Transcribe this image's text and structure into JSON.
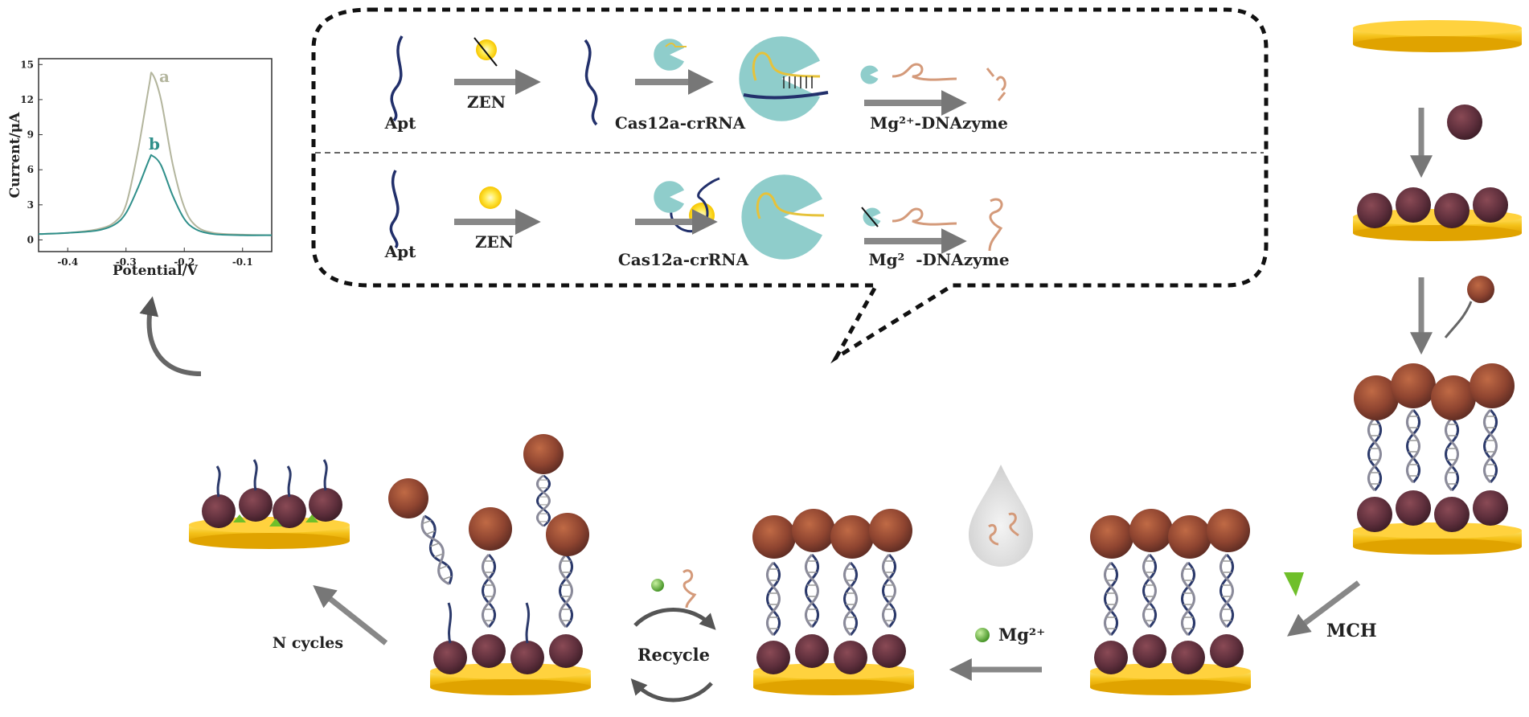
{
  "plot": {
    "ylabel": "Current/μA",
    "xlabel": "Potential/V",
    "y_ticks": [
      "0",
      "3",
      "6",
      "9",
      "12",
      "15"
    ],
    "x_ticks": [
      "-0.4",
      "-0.3",
      "-0.2",
      "-0.1"
    ],
    "curve_a_label": "a",
    "curve_b_label": "b",
    "colors": {
      "curve_a": "#b3b59d",
      "curve_b": "#2f8f8a"
    }
  },
  "chart_data": {
    "type": "line",
    "xlabel": "Potential/V",
    "ylabel": "Current/μA",
    "xlim": [
      -0.45,
      -0.05
    ],
    "ylim": [
      -1,
      15.5
    ],
    "series": [
      {
        "name": "a",
        "x": [
          -0.45,
          -0.4,
          -0.35,
          -0.32,
          -0.3,
          -0.28,
          -0.26,
          -0.255,
          -0.24,
          -0.22,
          -0.2,
          -0.18,
          -0.15,
          -0.1,
          -0.05
        ],
        "y": [
          0.5,
          0.6,
          0.9,
          1.5,
          3.0,
          7.5,
          13.3,
          14.2,
          12.0,
          6.5,
          2.8,
          1.2,
          0.6,
          0.45,
          0.4
        ]
      },
      {
        "name": "b",
        "x": [
          -0.45,
          -0.4,
          -0.35,
          -0.32,
          -0.3,
          -0.28,
          -0.26,
          -0.255,
          -0.24,
          -0.22,
          -0.2,
          -0.18,
          -0.15,
          -0.1,
          -0.05
        ],
        "y": [
          0.5,
          0.6,
          0.8,
          1.3,
          2.3,
          4.4,
          6.9,
          7.2,
          6.4,
          3.8,
          1.8,
          0.9,
          0.5,
          0.4,
          0.4
        ]
      }
    ]
  },
  "bubble": {
    "row1": {
      "apt": "Apt",
      "zen": "ZEN",
      "cas": "Cas12a-crRNA",
      "mg": "Mg²⁺-DNAzyme"
    },
    "row2": {
      "apt": "Apt",
      "zen": "ZEN",
      "cas": "Cas12a-crRNA",
      "mg": "Mg²  -DNAzyme"
    }
  },
  "process": {
    "mch": "MCH",
    "mg_ion": "Mg²⁺",
    "recycle": "Recycle",
    "n_cycles": "N cycles"
  }
}
